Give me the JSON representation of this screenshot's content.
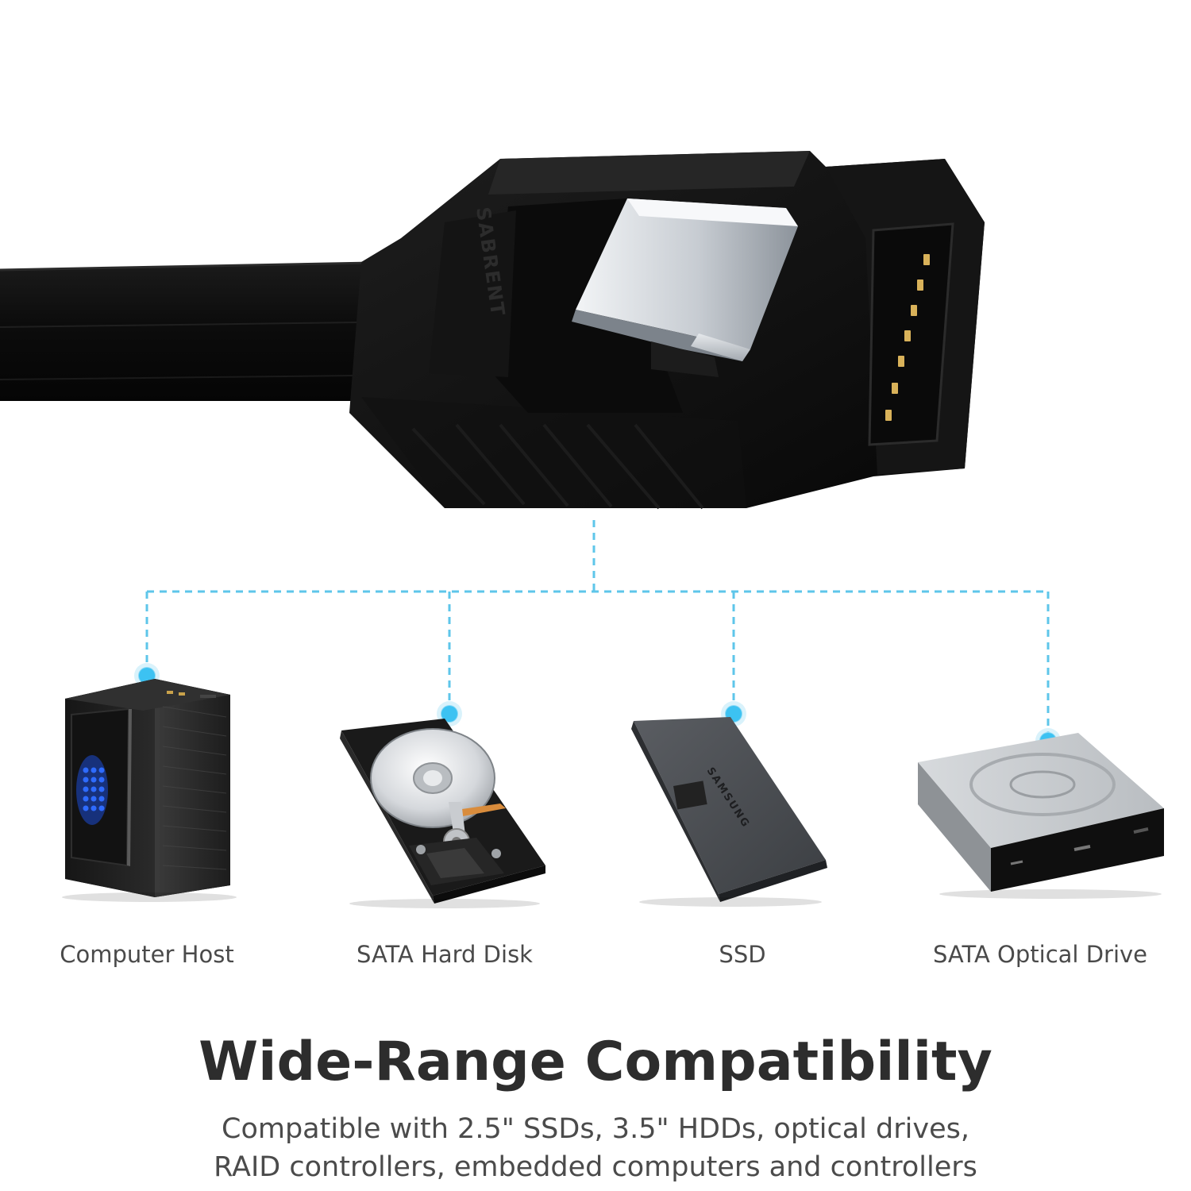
{
  "colors": {
    "connector_line": "#5ec6ea",
    "node_dot": "#3cc2f2",
    "cable_black": "#111111",
    "latch_silver": "#c9cfd6",
    "pin_gold": "#d9b25a",
    "led_blue": "#2e6bff"
  },
  "cable": {
    "brand_mark": "SABRENT"
  },
  "devices": [
    {
      "label": "Computer Host",
      "icon": "computer-tower-icon"
    },
    {
      "label": "SATA Hard Disk",
      "icon": "hard-disk-icon"
    },
    {
      "label": "SSD",
      "icon": "ssd-icon",
      "brand_mark": "SAMSUNG"
    },
    {
      "label": "SATA Optical Drive",
      "icon": "optical-drive-icon"
    }
  ],
  "headline": "Wide-Range Compatibility",
  "subline": [
    "Compatible with 2.5\" SSDs, 3.5\" HDDs, optical drives,",
    "RAID controllers, embedded computers and controllers"
  ]
}
